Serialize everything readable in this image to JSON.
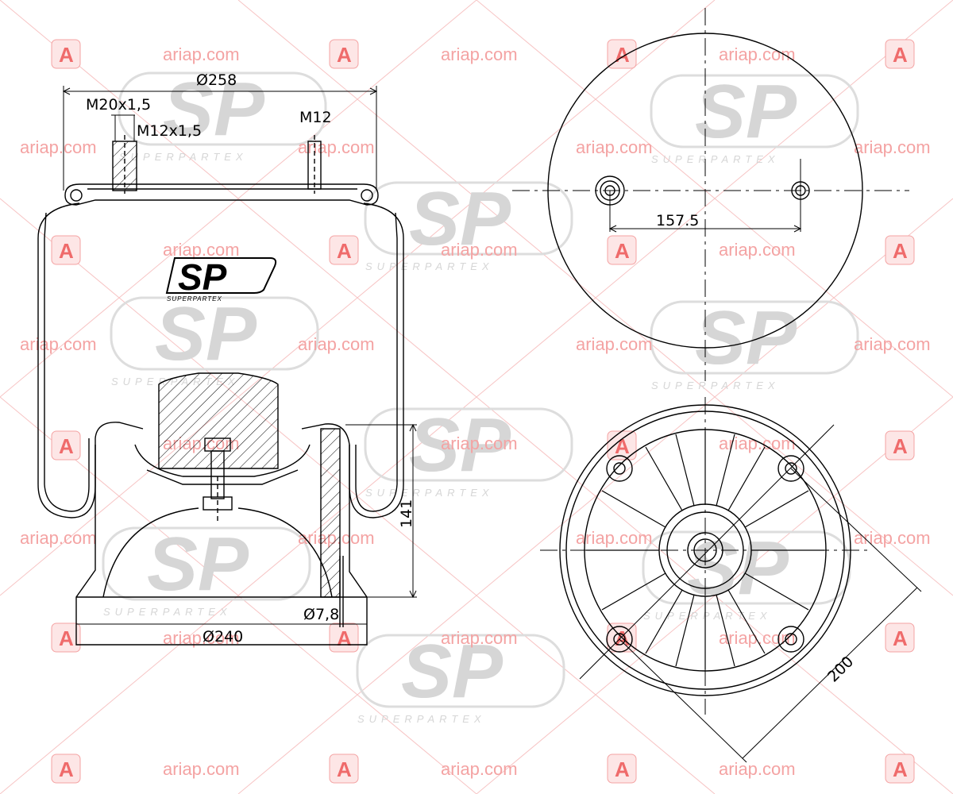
{
  "dimensions": {
    "top_diameter": "Ø258",
    "thread_large": "M20x1,5",
    "thread_small": "M12x1,5",
    "stud_thread": "M12",
    "height": "141",
    "bottom_diameter": "Ø240",
    "hole_diameter": "Ø7,8",
    "bolt_spacing": "157.5",
    "diagonal_spacing": "200"
  },
  "logo": {
    "mark": "SP",
    "subtitle": "SUPERPARTEX"
  },
  "watermark": {
    "site": "ariap.com",
    "letter": "A",
    "brand_mark": "SP",
    "brand_subtitle": "SUPERPARTEX"
  },
  "colors": {
    "line": "#000000",
    "watermark_red": "#f4a3a3",
    "watermark_grey": "#cccccc"
  }
}
